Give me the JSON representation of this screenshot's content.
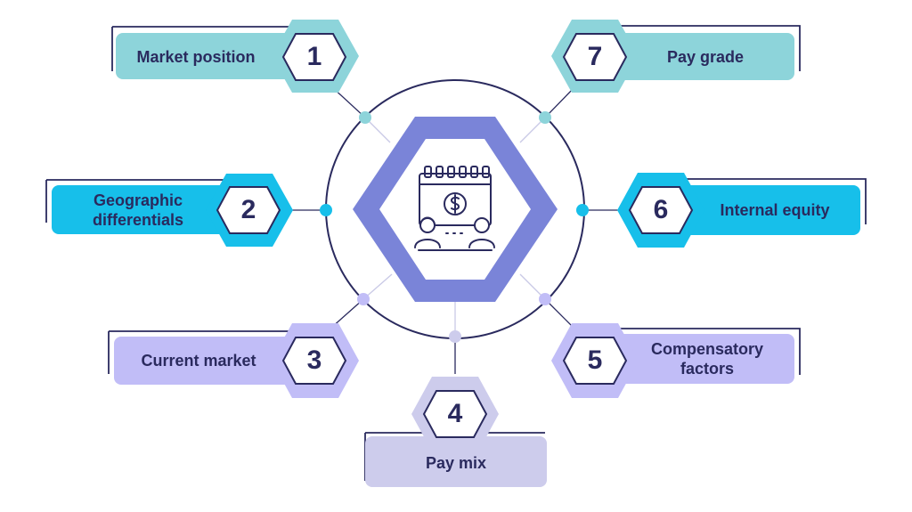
{
  "center": {
    "icon": "payroll-calendar-people-icon"
  },
  "colors": {
    "navy": "#2a2a5e",
    "teal": "#8dd4da",
    "cyan": "#17bfea",
    "lavender": "#c1bdf7",
    "gray_lavender": "#cdccec",
    "center_hex": "#7a84d8"
  },
  "factors": [
    {
      "number": "1",
      "label": "Market position",
      "color": "teal"
    },
    {
      "number": "2",
      "label": "Geographic\ndifferentials",
      "color": "cyan"
    },
    {
      "number": "3",
      "label": "Current market",
      "color": "lavender"
    },
    {
      "number": "4",
      "label": "Pay mix",
      "color": "gray_lavender"
    },
    {
      "number": "5",
      "label": "Compensatory\nfactors",
      "color": "lavender"
    },
    {
      "number": "6",
      "label": "Internal equity",
      "color": "cyan"
    },
    {
      "number": "7",
      "label": "Pay grade",
      "color": "teal"
    }
  ]
}
